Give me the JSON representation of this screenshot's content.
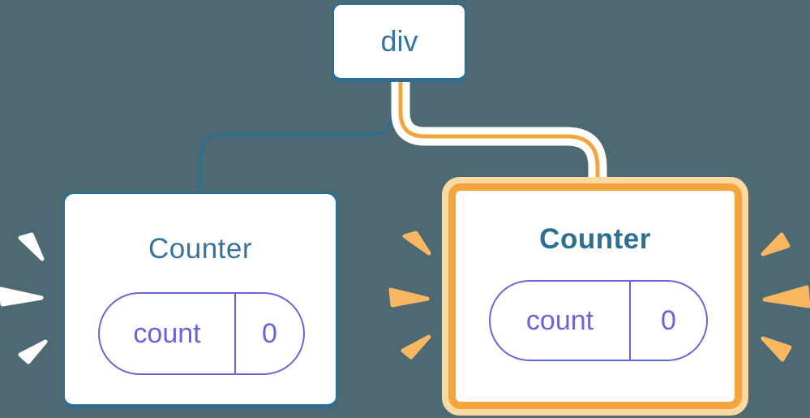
{
  "diagram": {
    "description": "React component tree diagram: a div root element with two Counter children; the right Counter is highlighted (freshly created state) with an orange glow and sparkle bursts",
    "root": {
      "label": "div"
    },
    "children": [
      {
        "title": "Counter",
        "highlighted": false,
        "state": {
          "key": "count",
          "value": "0"
        }
      },
      {
        "title": "Counter",
        "highlighted": true,
        "state": {
          "key": "count",
          "value": "0"
        }
      }
    ],
    "colors": {
      "background": "#4d6a73",
      "node_border_blue": "#2d6f93",
      "text_blue": "#34739a",
      "state_purple": "#6865dc",
      "highlight_orange": "#f5a43d",
      "highlight_halo": "#fbd9a2",
      "sparkle_orange": "#f8b760",
      "sparkle_white": "#ffffff"
    }
  }
}
